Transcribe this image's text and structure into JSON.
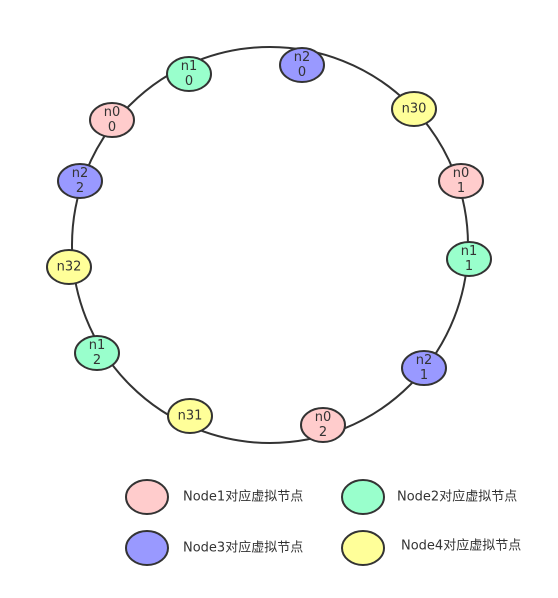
{
  "colors": {
    "node1": "#FFCCCC",
    "node2": "#99FFCC",
    "node3": "#9999FF",
    "node4": "#FFFF99",
    "stroke": "#333333",
    "ring": "#333333"
  },
  "virtual_nodes": [
    {
      "id": "n10",
      "lines": [
        "n1",
        "0"
      ],
      "group": "node2"
    },
    {
      "id": "n20",
      "lines": [
        "n2",
        "0"
      ],
      "group": "node3"
    },
    {
      "id": "n30",
      "lines": [
        "n30"
      ],
      "group": "node4"
    },
    {
      "id": "n01",
      "lines": [
        "n0",
        "1"
      ],
      "group": "node1"
    },
    {
      "id": "n11",
      "lines": [
        "n1",
        "1"
      ],
      "group": "node2"
    },
    {
      "id": "n21",
      "lines": [
        "n2",
        "1"
      ],
      "group": "node3"
    },
    {
      "id": "n02",
      "lines": [
        "n0",
        "2"
      ],
      "group": "node1"
    },
    {
      "id": "n31",
      "lines": [
        "n31"
      ],
      "group": "node4"
    },
    {
      "id": "n12",
      "lines": [
        "n1",
        "2"
      ],
      "group": "node2"
    },
    {
      "id": "n32",
      "lines": [
        "n32"
      ],
      "group": "node4"
    },
    {
      "id": "n22",
      "lines": [
        "n2",
        "2"
      ],
      "group": "node3"
    },
    {
      "id": "n00",
      "lines": [
        "n0",
        "0"
      ],
      "group": "node1"
    }
  ],
  "legend": [
    {
      "group": "node1",
      "label": "Node1对应虚拟节点"
    },
    {
      "group": "node2",
      "label": "Node2对应虚拟节点"
    },
    {
      "group": "node3",
      "label": "Node3对应虚拟节点"
    },
    {
      "group": "node4",
      "label": "Node4对应虚拟节点"
    }
  ]
}
